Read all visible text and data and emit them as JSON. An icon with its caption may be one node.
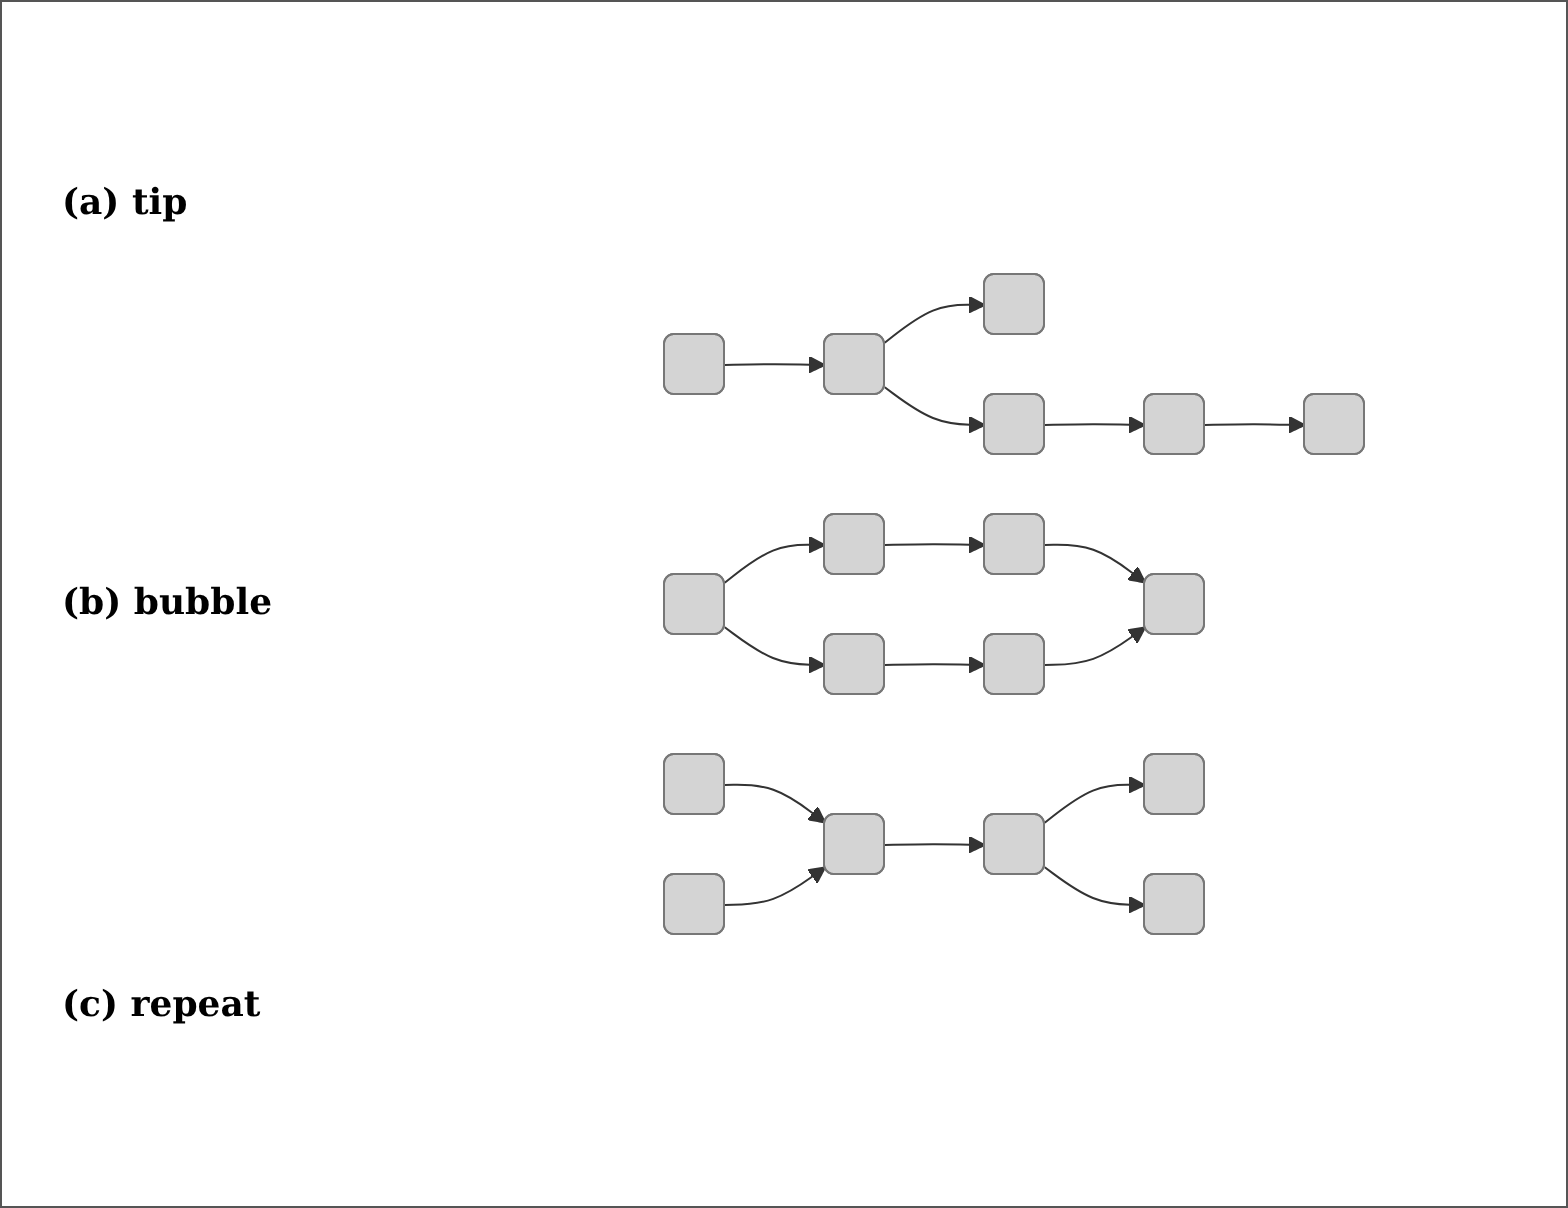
{
  "diagram": {
    "nodes": [
      {
        "text": [],
        "shape": "box"
      },
      {
        "text": [],
        "shape": "box"
      },
      {
        "text": [],
        "shape": "box"
      },
      {
        "text": [],
        "shape": "box"
      },
      {
        "text": [],
        "shape": "box"
      },
      {
        "text": [],
        "shape": "box"
      },
      {
        "text": [],
        "shape": "box"
      },
      {
        "text": [],
        "shape": "box"
      },
      {
        "text": [],
        "shape": "box"
      },
      {
        "text": [],
        "shape": "box"
      },
      {
        "text": [],
        "shape": "box"
      },
      {
        "text": [],
        "shape": "box"
      },
      {
        "text": [],
        "shape": "box"
      },
      {
        "text": [],
        "shape": "box"
      },
      {
        "text": [],
        "shape": "box"
      },
      {
        "text": [],
        "shape": "box"
      },
      {
        "text": [],
        "shape": "box"
      },
      {
        "text": [],
        "shape": "box"
      }
    ],
    "edges": [
      {
        "from": 0,
        "to": 1,
        "arrow": "to"
      },
      {
        "from": 1,
        "to": 2,
        "arrow": "to"
      },
      {
        "from": 1,
        "to": 3,
        "arrow": "to"
      },
      {
        "from": 3,
        "to": 4,
        "arrow": "to"
      },
      {
        "from": 4,
        "to": 5,
        "arrow": "to"
      },
      {
        "from": 6,
        "to": 7,
        "arrow": "to"
      },
      {
        "from": 6,
        "to": 8,
        "arrow": "to"
      },
      {
        "from": 7,
        "to": 9,
        "arrow": "to"
      },
      {
        "from": 8,
        "to": 10,
        "arrow": "to"
      },
      {
        "from": 9,
        "to": 11,
        "arrow": "to"
      },
      {
        "from": 10,
        "to": 11,
        "arrow": "to"
      },
      {
        "from": 12,
        "to": 14,
        "arrow": "to"
      },
      {
        "from": 13,
        "to": 14,
        "arrow": "to"
      },
      {
        "from": 14,
        "to": 15,
        "arrow": "to"
      },
      {
        "from": 15,
        "to": 16,
        "arrow": "to"
      },
      {
        "from": 15,
        "to": 17,
        "arrow": "to"
      }
    ],
    "labels": [
      "(a) tip",
      "(b) bubble",
      "(c) repeat"
    ]
  }
}
